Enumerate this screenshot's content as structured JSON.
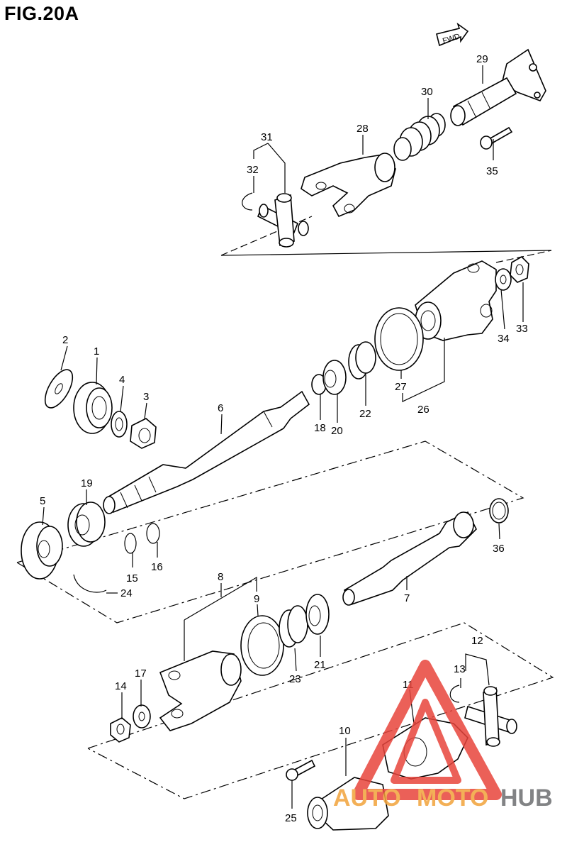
{
  "figure_title": "FIG.20A",
  "direction_tag": "FWD",
  "callouts": {
    "p1": "1",
    "p2": "2",
    "p3": "3",
    "p4": "4",
    "p5": "5",
    "p6": "6",
    "p7": "7",
    "p8": "8",
    "p9": "9",
    "p10": "10",
    "p11": "11",
    "p12": "12",
    "p13": "13",
    "p14": "14",
    "p15": "15",
    "p16": "16",
    "p17": "17",
    "p18": "18",
    "p19": "19",
    "p20": "20",
    "p21": "21",
    "p22": "22",
    "p23": "23",
    "p24": "24",
    "p25": "25",
    "p26": "26",
    "p27": "27",
    "p28": "28",
    "p29": "29",
    "p30": "30",
    "p31": "31",
    "p32": "32",
    "p33": "33",
    "p34": "34",
    "p35": "35",
    "p36": "36"
  },
  "watermark": {
    "text_auto": "AUTO",
    "text_moto": "MOTO",
    "text_hub": "HUB",
    "colors": {
      "red": "#e8453c",
      "orange": "#f2a33a",
      "gray": "#6d6e70"
    }
  }
}
